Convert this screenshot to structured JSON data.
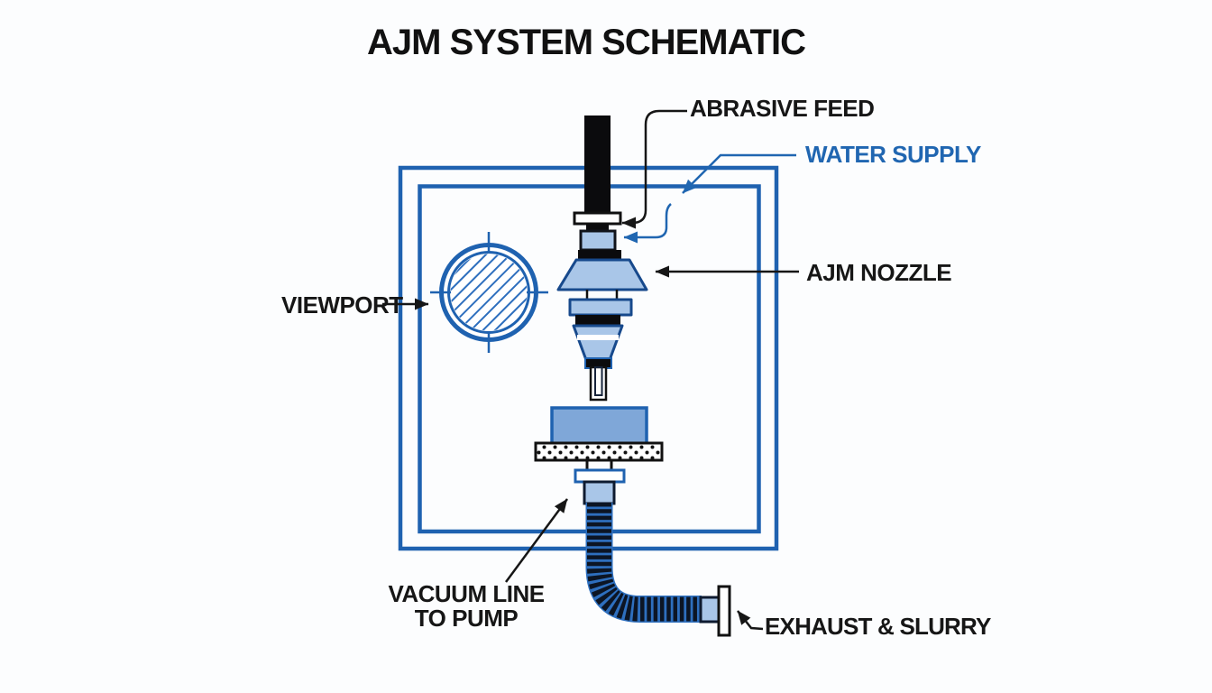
{
  "title": "AJM SYSTEM SCHEMATIC",
  "labels": {
    "abrasive_feed": "ABRASIVE FEED",
    "water_supply": "WATER SUPPLY",
    "ajm_nozzle": "AJM NOZZLE",
    "viewport": "VIEWPORT",
    "vacuum_line_1": "VACUUM LINE",
    "vacuum_line_2": "TO PUMP",
    "exhaust_slurry": "EXHAUST & SLURRY"
  },
  "colors": {
    "outline_blue": "#1f62b0",
    "nozzle_outline": "#17498c",
    "fill_light_blue": "#a9c6e8",
    "workpiece_blue": "#7fa7d8",
    "label_blue": "#2066b1",
    "ink_black": "#161616",
    "hose_dark": "#0c1524",
    "hose_blue": "#2e6fbe"
  }
}
